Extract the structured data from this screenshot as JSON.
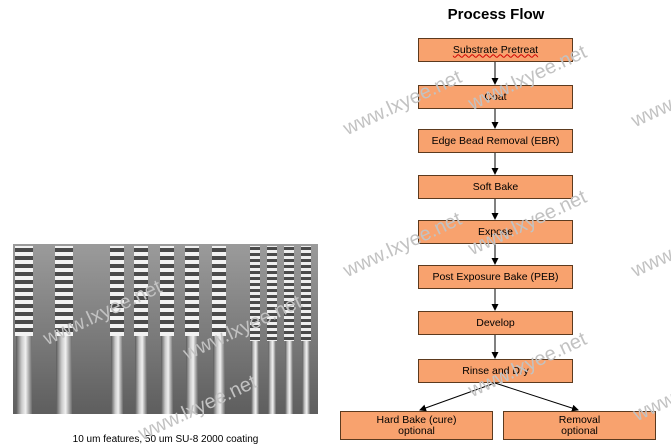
{
  "diagram": {
    "title": "Process Flow",
    "steps": [
      "Substrate Pretreat",
      "Coat",
      "Edge Bead Removal (EBR)",
      "Soft Bake",
      "Expose",
      "Post Exposure Bake (PEB)",
      "Develop",
      "Rinse and Dry"
    ],
    "branches": [
      {
        "label": "Hard Bake (cure)",
        "note": "optional"
      },
      {
        "label": "Removal",
        "note": "optional"
      }
    ],
    "box_color": "#f8a26e"
  },
  "image": {
    "caption": "10 um features, 50 um SU-8 2000 coating"
  },
  "watermark": {
    "text": "www.lxyee.net"
  }
}
